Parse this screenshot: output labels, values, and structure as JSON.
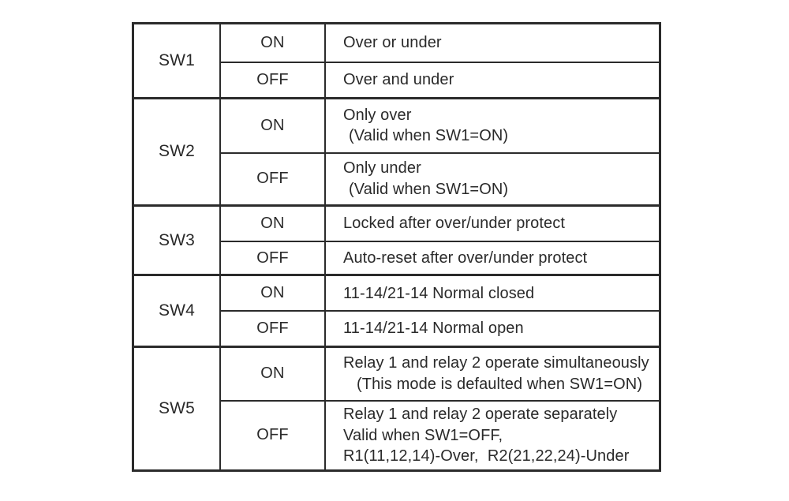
{
  "table": {
    "groups": [
      {
        "label": "SW1",
        "rows": [
          {
            "state": "ON",
            "lines": [
              {
                "text": "Over or under",
                "indent": "none"
              }
            ]
          },
          {
            "state": "OFF",
            "lines": [
              {
                "text": "Over and under",
                "indent": "none"
              }
            ]
          }
        ]
      },
      {
        "label": "SW2",
        "rows": [
          {
            "state": "ON",
            "lines": [
              {
                "text": "Only over",
                "indent": "none"
              },
              {
                "text": "(Valid when SW1=ON)",
                "indent": "small"
              }
            ]
          },
          {
            "state": "OFF",
            "lines": [
              {
                "text": "Only under",
                "indent": "none"
              },
              {
                "text": "(Valid when SW1=ON)",
                "indent": "small"
              }
            ]
          }
        ]
      },
      {
        "label": "SW3",
        "rows": [
          {
            "state": "ON",
            "lines": [
              {
                "text": "Locked after over/under protect",
                "indent": "none"
              }
            ]
          },
          {
            "state": "OFF",
            "lines": [
              {
                "text": "Auto-reset after over/under protect",
                "indent": "none"
              }
            ]
          }
        ]
      },
      {
        "label": "SW4",
        "rows": [
          {
            "state": "ON",
            "lines": [
              {
                "text": "11-14/21-14 Normal closed",
                "indent": "none"
              }
            ]
          },
          {
            "state": "OFF",
            "lines": [
              {
                "text": "11-14/21-14 Normal open",
                "indent": "none"
              }
            ]
          }
        ]
      },
      {
        "label": "SW5",
        "rows": [
          {
            "state": "ON",
            "lines": [
              {
                "text": "Relay 1 and relay 2 operate simultaneously",
                "indent": "none"
              },
              {
                "text": "(This mode is defaulted when SW1=ON)",
                "indent": "large"
              }
            ]
          },
          {
            "state": "OFF",
            "lines": [
              {
                "text": "Relay 1 and relay 2 operate separately",
                "indent": "none"
              },
              {
                "text": "Valid when SW1=OFF,",
                "indent": "none"
              },
              {
                "text": "R1(11,12,14)-Over,  R2(21,22,24)-Under",
                "indent": "none"
              }
            ]
          }
        ]
      }
    ]
  },
  "colors": {
    "border": "#2b2b2b",
    "text": "#2a2a2a",
    "background": "#ffffff"
  }
}
